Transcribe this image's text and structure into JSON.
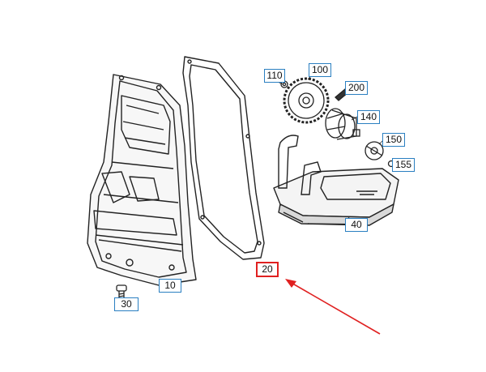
{
  "diagram": {
    "highlight_color": "#e02020",
    "callout_color": "#2a7fc1",
    "highlighted_part": "20",
    "callouts": {
      "c10": "10",
      "c20": "20",
      "c30": "30",
      "c40": "40",
      "c100": "100",
      "c110": "110",
      "c140": "140",
      "c150": "150",
      "c155": "155",
      "c200": "200"
    }
  }
}
